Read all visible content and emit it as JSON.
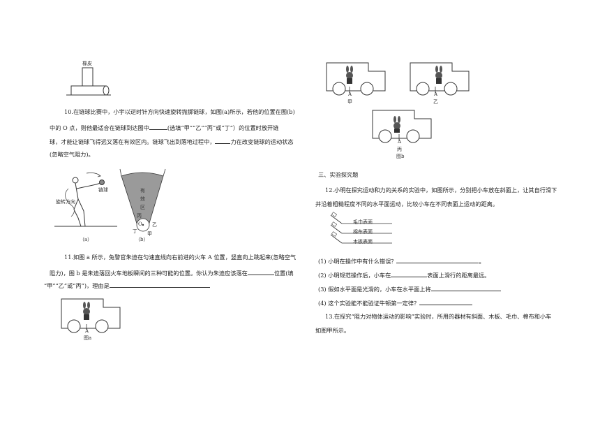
{
  "q10": {
    "top_label": "橡皮",
    "line1": "10.在链球比赛中，小宇以逆时针方向快速旋转抛掷链球，如图(a)所示，若他的位置在图(b)",
    "line2a": "中的 O 点，则他最适合在链球到达图中",
    "line2b": "(选填“甲”“乙”“丙”或“丁”）的位置时放开链",
    "line3a": "球，才能让链球飞得远又落在有效区内。链球飞出到落地过程中，",
    "line3b": "力在改变链球的运动状态",
    "line4": "(忽略空气阻力)。",
    "fig_a": {
      "label_ball": "链球",
      "label_dir": "旋转方向",
      "caption": "（a）"
    },
    "fig_b": {
      "zone1": "有",
      "zone2": "效",
      "zone3": "区",
      "bing": "丙",
      "ding": "丁",
      "o": "O",
      "yi": "乙",
      "jia": "甲",
      "caption": "（b）"
    }
  },
  "q11": {
    "line1": "11.如图 a 所示，兔警官朱迪在匀速直线向右前进的火车 A 位置，竖直向上跳起来(忽略空气",
    "line2a": "阻力)，图 b 是朱迪落回火车地板瞬间的三种可能的位置。你认为朱迪应该落在",
    "line2b": "位置(填",
    "line3a": "“甲”“乙”或“丙”)，理由是",
    "fig_a_point": "A",
    "fig_a_caption": "图a"
  },
  "fig_b": {
    "point": "A",
    "label_jia": "甲",
    "label_yi": "乙",
    "label_bing": "丙",
    "caption": "图b"
  },
  "section3": {
    "title": "三、实验探究题"
  },
  "q12": {
    "line1": "12.小明在探究运动和力的关系的实验中，如图所示，分别把小车放在斜面上，让其自行滑下",
    "line2": "并沿着粗糙程度不同的水平面运动，比较小车在不同表面上运动的距离。",
    "surface1": "毛巾表面",
    "surface2": "棉布表面",
    "surface3": "木板表面",
    "sub1": "(1) 小明在操作中有什么错误？",
    "sub2a": "(2) 小明规范操作后，小车在",
    "sub2b": "表面上滑行的距离最远。",
    "sub3": "(3) 假如水平面是光滑的，小车在水平面上将",
    "sub4": "(4) 这个实验能不能验证牛顿第一定律？"
  },
  "q13": {
    "line1": "13.在探究“阻力对物体运动的影响”实验时，所用的器材有斜面、木板、毛巾、棉布和小车",
    "line2": "如图甲所示。"
  }
}
